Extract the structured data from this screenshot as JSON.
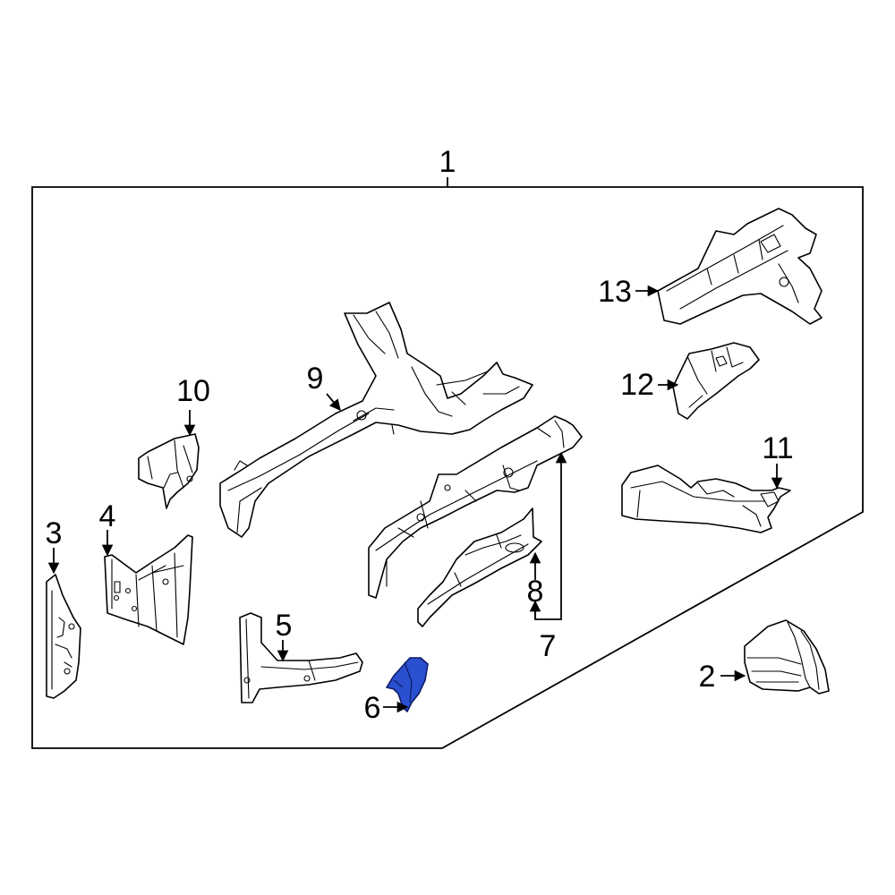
{
  "diagram": {
    "highlight_color": "#2a4fd0",
    "callouts": [
      {
        "id": "1",
        "label": "1"
      },
      {
        "id": "2",
        "label": "2"
      },
      {
        "id": "3",
        "label": "3"
      },
      {
        "id": "4",
        "label": "4"
      },
      {
        "id": "5",
        "label": "5"
      },
      {
        "id": "6",
        "label": "6"
      },
      {
        "id": "7",
        "label": "7"
      },
      {
        "id": "8",
        "label": "8"
      },
      {
        "id": "9",
        "label": "9"
      },
      {
        "id": "10",
        "label": "10"
      },
      {
        "id": "11",
        "label": "11"
      },
      {
        "id": "12",
        "label": "12"
      },
      {
        "id": "13",
        "label": "13"
      }
    ],
    "highlighted_part": "6"
  }
}
